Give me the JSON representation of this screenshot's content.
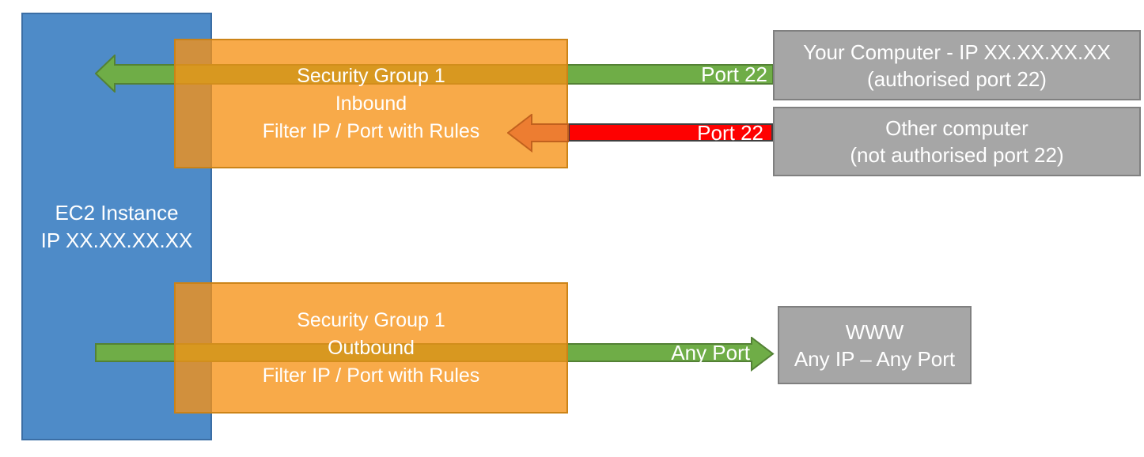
{
  "boxes": {
    "ec2": {
      "line1": "EC2 Instance",
      "line2": "IP XX.XX.XX.XX"
    },
    "sg_inbound": {
      "line1": "Security Group 1",
      "line2": "Inbound",
      "line3": "Filter IP / Port with Rules"
    },
    "sg_outbound": {
      "line1": "Security Group 1",
      "line2": "Outbound",
      "line3": "Filter IP / Port with Rules"
    },
    "your_computer": {
      "line1": "Your Computer - IP XX.XX.XX.XX",
      "line2": "(authorised port 22)"
    },
    "other_computer": {
      "line1": "Other computer",
      "line2": "(not authorised port 22)"
    },
    "www": {
      "line1": "WWW",
      "line2": "Any IP – Any Port"
    }
  },
  "arrow_labels": {
    "inbound_allowed": "Port 22",
    "inbound_blocked": "Port 22",
    "outbound": "Any Port"
  },
  "colors": {
    "ec2_blue": "#4E8BC8",
    "security_group_orange": "#F79216",
    "allowed_green": "#6FAD47",
    "allowed_green_border": "#538135",
    "blocked_red": "#FE0101",
    "blocked_red_border": "#3F3F3F",
    "blocked_head_orange": "#ED7D31",
    "external_gray": "#A6A6A6",
    "text_white": "#FFFFFF"
  }
}
